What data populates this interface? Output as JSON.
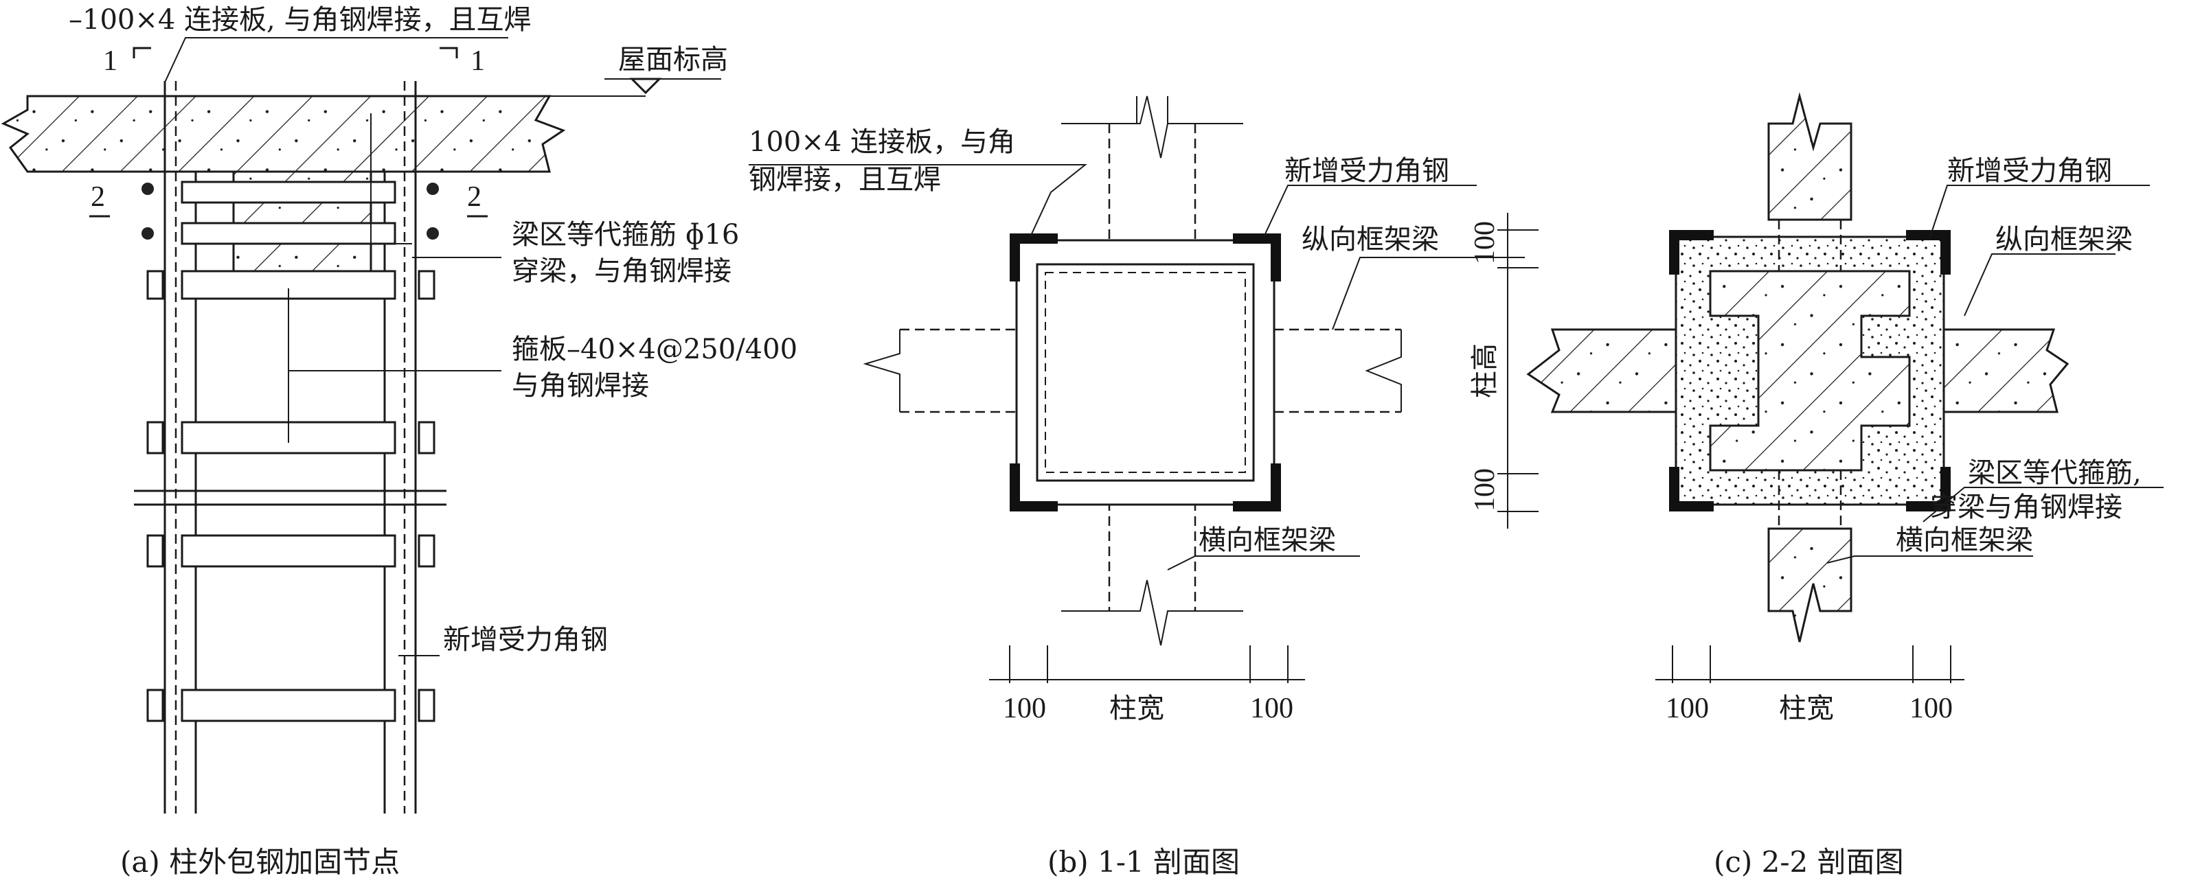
{
  "panel_a": {
    "callout_plate": "–100×4 连接板, 与角钢焊接，且互焊",
    "section_1_left": "1",
    "section_1_right": "1",
    "roof_level": "屋面标高",
    "section_2_left": "2",
    "section_2_right": "2",
    "stirrup_line1": "梁区等代箍筋 ɸ16",
    "stirrup_line2": "穿梁，与角钢焊接",
    "batten_line1": "箍板–40×4@250/400",
    "batten_line2": "与角钢焊接",
    "new_angle": "新增受力角钢",
    "caption": "(a) 柱外包钢加固节点"
  },
  "panel_b": {
    "plate_line1": "100×4 连接板，与角",
    "plate_line2": "钢焊接，且互焊",
    "new_angle": "新增受力角钢",
    "long_beam": "纵向框架梁",
    "trans_beam": "横向框架梁",
    "dim_left": "100",
    "dim_mid": "柱宽",
    "dim_right": "100",
    "caption": "(b) 1-1 剖面图"
  },
  "panel_c": {
    "new_angle": "新增受力角钢",
    "long_beam": "纵向框架梁",
    "dim_top": "100",
    "dim_height": "柱高",
    "dim_bottom": "100",
    "stirrup_line1": "梁区等代箍筋,",
    "stirrup_line2": "穿梁与角钢焊接",
    "trans_beam": "横向框架梁",
    "dim_left": "100",
    "dim_mid": "柱宽",
    "dim_right": "100",
    "caption": "(c) 2-2 剖面图"
  }
}
